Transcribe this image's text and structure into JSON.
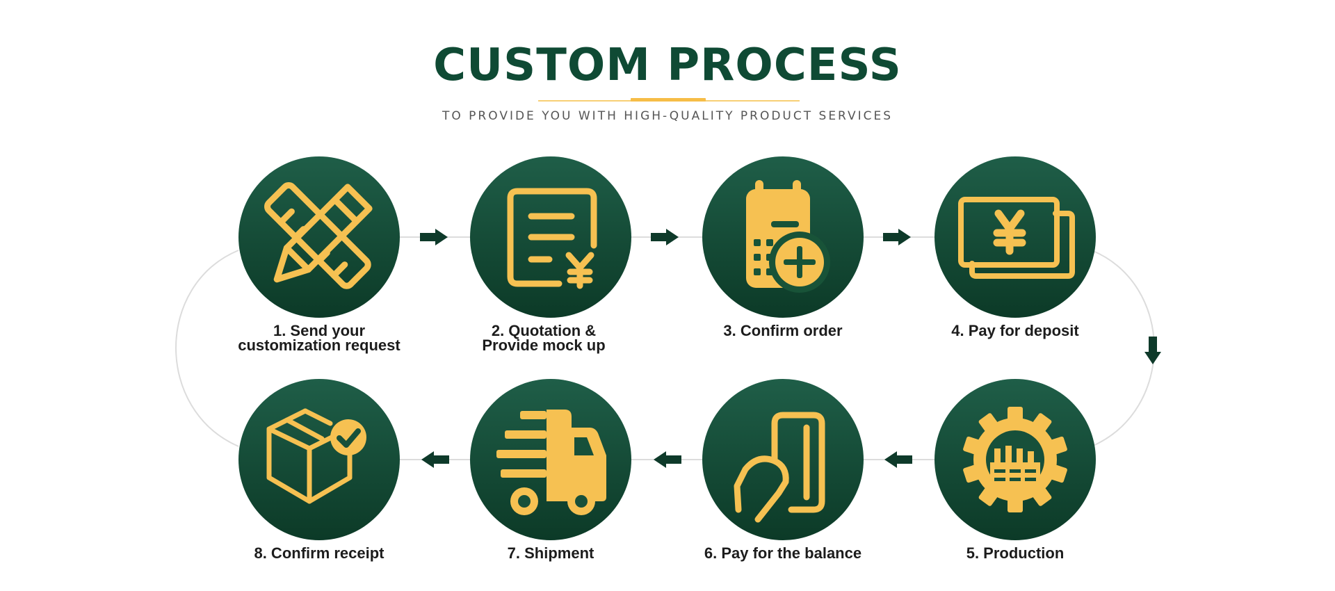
{
  "header": {
    "title": "CUSTOM PROCESS",
    "subtitle": "TO PROVIDE YOU WITH HIGH-QUALITY PRODUCT SERVICES"
  },
  "colors": {
    "circle_top": "#1f5e48",
    "circle_bottom": "#0c3a27",
    "icon_gold": "#f6c152",
    "title_green": "#0f4a34",
    "arrow": "#0e3a2a",
    "connector_line": "#dcdcdc"
  },
  "steps": [
    {
      "label_line1": "1. Send your",
      "label_line2": "customization request",
      "icon": "pencil-ruler-icon"
    },
    {
      "label_line1": "2. Quotation &",
      "label_line2": "Provide mock up",
      "icon": "quotation-document-icon"
    },
    {
      "label_line1": "3. Confirm order",
      "label_line2": "",
      "icon": "calendar-add-icon"
    },
    {
      "label_line1": "4. Pay for deposit",
      "label_line2": "",
      "icon": "banknote-yen-icon"
    },
    {
      "label_line1": "5. Production",
      "label_line2": "",
      "icon": "factory-gear-icon"
    },
    {
      "label_line1": "6. Pay for the balance",
      "label_line2": "",
      "icon": "hand-phone-icon"
    },
    {
      "label_line1": "7. Shipment",
      "label_line2": "",
      "icon": "delivery-truck-icon"
    },
    {
      "label_line1": "8. Confirm receipt",
      "label_line2": "",
      "icon": "box-check-icon"
    }
  ]
}
